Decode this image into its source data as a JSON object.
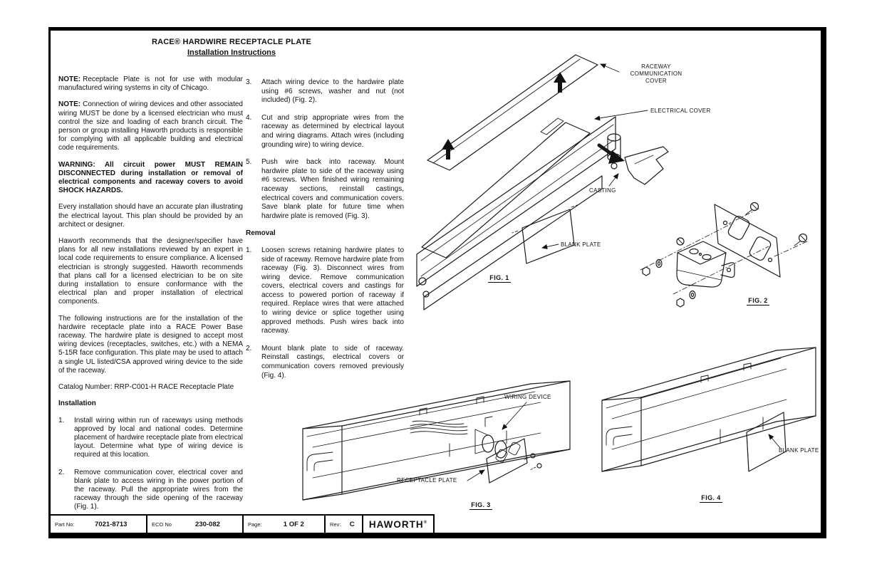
{
  "header": {
    "title": "RACE® HARDWIRE RECEPTACLE PLATE",
    "subtitle": "Installation Instructions"
  },
  "left": {
    "note1_label": "NOTE:",
    "note1_text": "Receptacle Plate is not for use with modular manufactured wiring systems in city of Chicago.",
    "note2_label": "NOTE:",
    "note2_text": "Connection of wiring devices and other associated wiring MUST be done by a licensed electrician who must control the size and loading of each branch circuit. The person or group installing Haworth products is responsible for complying with all applicable building and electrical code requirements.",
    "warning": "WARNING: All circuit power MUST REMAIN DISCONNECTED during installation or removal of electrical components and raceway covers to avoid SHOCK HAZARDS.",
    "para1": "Every installation should have an accurate plan illustrating the electrical layout. This plan should be provided by an architect or designer.",
    "para2": "Haworth recommends that the designer/specifier have plans for all new installations reviewed by an expert in local code requirements to ensure compliance. A licensed electrician is strongly suggested. Haworth recommends that plans call for a licensed electrician to be on site during installation to ensure conformance with the electrical plan and proper installation of electrical components.",
    "para3": "The following instructions are for the installation of the hardwire receptacle plate into a RACE Power Base raceway. The hardwire plate is designed to accept most wiring devices (receptacles, switches, etc.) with a NEMA 5-15R face configuration. This plate may be used to attach a single UL listed/CSA approved wiring device to the side of the raceway.",
    "catalog": "Catalog Number: RRP-C001-H RACE Receptacle Plate",
    "installation_heading": "Installation",
    "steps": [
      {
        "num": "1.",
        "text": "Install wiring within run of raceways using methods approved by local and national codes. Determine placement of hardwire receptacle plate from electrical layout. Determine what type of wiring device is required at this location."
      },
      {
        "num": "2.",
        "text": "Remove communication cover, electrical cover and blank plate to access wiring in the power portion of the raceway. Pull the appropriate wires from the raceway through the side opening of the raceway (Fig. 1)."
      }
    ]
  },
  "mid": {
    "steps": [
      {
        "num": "3.",
        "text": "Attach wiring device to the hardwire plate using #6 screws, washer and nut (not included) (Fig. 2)."
      },
      {
        "num": "4.",
        "text": "Cut and strip appropriate wires from the raceway as determined by electrical layout and wiring diagrams. Attach wires (including grounding wire) to wiring device."
      },
      {
        "num": "5.",
        "text": "Push wire back into raceway. Mount hardwire plate to side of the raceway using #6 screws. When finished wiring remaining raceway sections, reinstall castings, electrical covers and communication covers. Save blank plate for future time when hardwire plate is removed (Fig. 3)."
      }
    ],
    "removal_heading": "Removal",
    "removal_steps": [
      {
        "num": "1.",
        "text": "Loosen screws retaining hardwire plates to side of raceway. Remove hardwire plate from raceway (Fig. 3). Disconnect wires from wiring device. Remove communication covers, electrical covers and castings for access to powered portion of raceway if required. Replace wires that were attached to wiring device or splice together using approved methods. Push wires back into raceway."
      },
      {
        "num": "2.",
        "text": "Mount blank plate to side of raceway. Reinstall castings, electrical covers or communication covers removed previously (Fig. 4)."
      }
    ]
  },
  "figures": {
    "fig1": {
      "caption": "FIG. 1",
      "labels": {
        "comm_cover": "RACEWAY\nCOMMUNICATION\nCOVER",
        "electrical_cover": "ELECTRICAL COVER",
        "casting": "CASTING",
        "blank_plate": "BLANK PLATE"
      }
    },
    "fig2": {
      "caption": "FIG. 2"
    },
    "fig3": {
      "caption": "FIG. 3",
      "labels": {
        "wiring_device": "WIRING DEVICE",
        "receptacle_plate": "RECEPTACLE PLATE"
      }
    },
    "fig4": {
      "caption": "FIG. 4",
      "labels": {
        "blank_plate": "BLANK PLATE"
      }
    }
  },
  "footer": {
    "part_no_label": "Part No:",
    "part_no_value": "7021-8713",
    "eco_label": "ECO No",
    "eco_value": "230-082",
    "page_label": "Page:",
    "page_value": "1 OF 2",
    "rev_label": "Rev:",
    "rev_value": "C",
    "brand": "HAWORTH",
    "brand_reg": "®"
  }
}
